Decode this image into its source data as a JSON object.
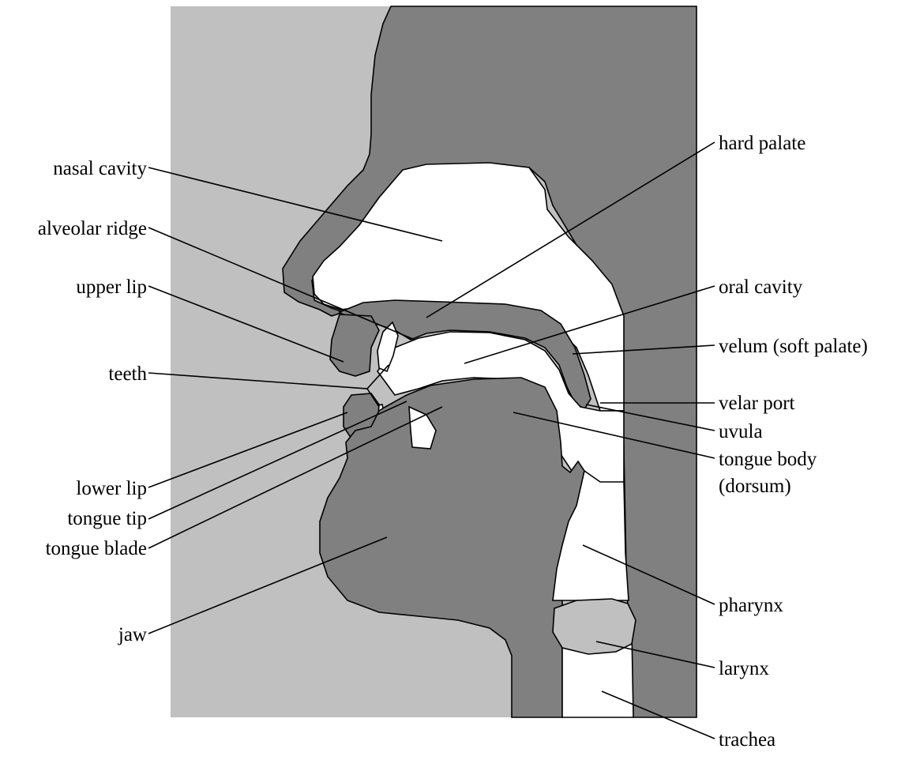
{
  "colors": {
    "background_light": "#c0c0c0",
    "tissue": "#808080",
    "air": "#ffffff",
    "larynx": "#c0c0c0"
  },
  "labels": {
    "nasal_cavity": "nasal cavity",
    "alveolar_ridge": "alveolar ridge",
    "upper_lip": "upper lip",
    "teeth": "teeth",
    "lower_lip": "lower lip",
    "tongue_tip": "tongue tip",
    "tongue_blade": "tongue blade",
    "jaw": "jaw",
    "hard_palate": "hard palate",
    "oral_cavity": "oral cavity",
    "velum": "velum (soft palate)",
    "velar_port": "velar port",
    "uvula": "uvula",
    "tongue_body_line1": "tongue body",
    "tongue_body_line2": "(dorsum)",
    "pharynx": "pharynx",
    "larynx": "larynx",
    "trachea": "trachea"
  }
}
